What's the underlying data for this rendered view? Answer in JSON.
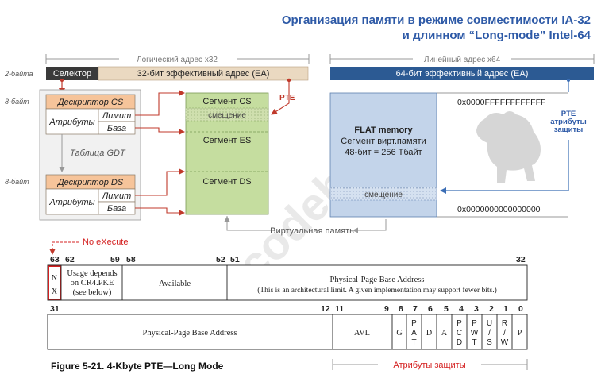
{
  "title": {
    "line1": "Организация памяти в режиме совместимости IA-32",
    "line2": "и длинном “Long-mode” Intel-64"
  },
  "watermark": "codeby.net",
  "colors": {
    "title": "#2e5aa7",
    "dark_bar": "#3a3a3a",
    "address_bar": "#ead9c1",
    "linear_bar": "#2c5a93",
    "segment_green": "#c5dd9f",
    "descriptor_orange": "#f6c49a",
    "flat_blue": "#c3d4ea",
    "arrow_red": "#c0392b",
    "arrow_blue": "#3a6db5",
    "nx_red": "#d42020"
  },
  "left": {
    "logical_address_label": "Логический адрес x32",
    "size_2bytes": "2-байта",
    "selector": "Селектор",
    "effective_address": "32-бит  эффективный адрес  (EA)",
    "size_8bytes_1": "8-байт",
    "size_8bytes_2": "8-байт",
    "descriptor_cs": "Дескриптор CS",
    "descriptor_ds": "Дескриптор DS",
    "attributes": "Атрибуты",
    "limit": "Лимит",
    "base": "База",
    "gdt_label": "Таблица GDT",
    "segment_cs": "Сегмент CS",
    "offset": "смещение",
    "segment_es": "Сегмент ES",
    "segment_ds": "Сегмент DS",
    "pte": "PTE",
    "virtual_memory": "Виртуальная память"
  },
  "right": {
    "linear_address_label": "Линейный адрес x64",
    "effective_address_64": "64-бит эффективный адрес  (EA)",
    "addr_high": "0x0000FFFFFFFFFFFF",
    "addr_low": "0x0000000000000000",
    "flat_title": "FLAT memory",
    "flat_line2": "Сегмент вирт.памяти",
    "flat_line3": "48-бит = 256 Тбайт",
    "offset": "смещение",
    "pte_line1": "PTE",
    "pte_line2": "атрибуты",
    "pte_line3": "защиты"
  },
  "pte": {
    "no_execute_label": "No eXecute",
    "top_bits": [
      "63",
      "62",
      "59",
      "58",
      "52",
      "51",
      "32"
    ],
    "nx_letters": [
      "N",
      "X"
    ],
    "usage_lines": [
      "Usage depends",
      "on CR4.PKE",
      "(see below)"
    ],
    "available": "Available",
    "phys_base_title": "Physical-Page Base Address",
    "phys_base_note": "(This is an architectural limit. A given implementation may support fewer bits.)",
    "bottom_bits": [
      "31",
      "12",
      "11",
      "9",
      "8",
      "7",
      "6",
      "5",
      "4",
      "3",
      "2",
      "1",
      "0"
    ],
    "phys_base_low": "Physical-Page Base Address",
    "avl": "AVL",
    "flag_g": "G",
    "flag_pat": [
      "P",
      "A",
      "T"
    ],
    "flag_d": "D",
    "flag_a": "A",
    "flag_pcd": [
      "P",
      "C",
      "D"
    ],
    "flag_pwt": [
      "P",
      "W",
      "T"
    ],
    "flag_us": [
      "U",
      "/",
      "S"
    ],
    "flag_rw": [
      "R",
      "/",
      "W"
    ],
    "flag_p": "P",
    "figure_caption": "Figure 5-21.    4-Kbyte PTE—Long Mode",
    "protection_attributes": "Атрибуты защиты"
  }
}
